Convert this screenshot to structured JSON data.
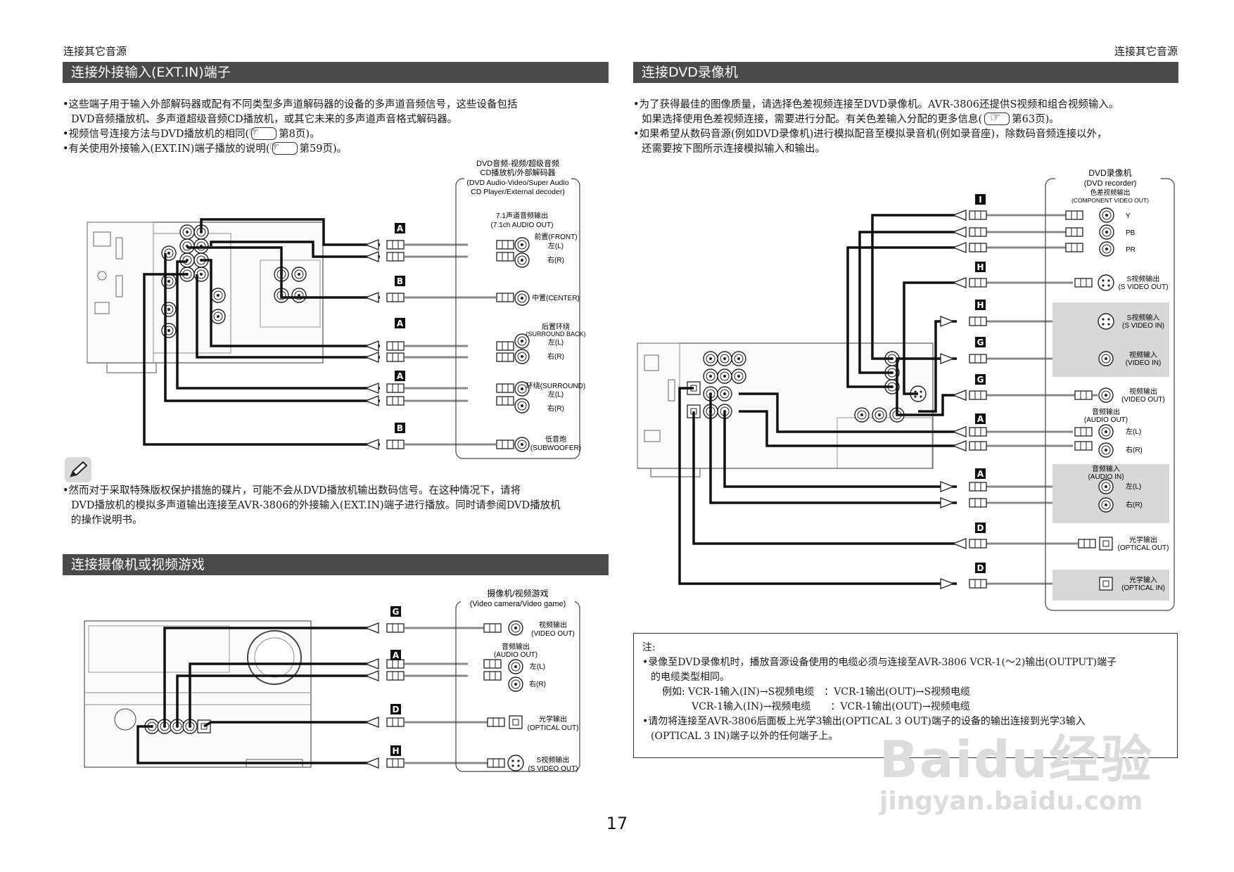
{
  "header": {
    "left": "连接其它音源",
    "right": "连接其它音源"
  },
  "sec1": {
    "title": "连接外接输入(EXT.IN)端子",
    "b1a": "•这些端子用于输入外部解码器或配有不同类型多声道解码器的设备的多声道音频信号，这些设备包括",
    "b1b": "DVD音频播放机、多声道超级音频CD播放机，或其它未来的多声道声音格式解码器。",
    "b2": "•视频信号连接方法与DVD播放机的相同(",
    "b2ref": "第8页)。",
    "b3": "•有关使用外接输入(EXT.IN)端子播放的说明(",
    "b3ref": "第59页)。",
    "device": [
      "DVD音频-视频/超级音频",
      "CD播放机/外部解码器",
      "(DVD Audio-Video/Super Audio",
      "CD Player/External decoder)"
    ],
    "outhead": [
      "7.1声道音频输出",
      "(7.1ch AUDIO OUT)"
    ],
    "labels": {
      "front": "前置(FRONT)",
      "l": "左(L)",
      "r": "右(R)",
      "center": "中置(CENTER)",
      "sb": "后置环绕",
      "sb2": "(SURROUND BACK)",
      "sur": "环绕(SURROUND)",
      "sub": "低音炮",
      "sub2": "(SUBWOOFER)"
    },
    "badges": [
      "A",
      "B",
      "A",
      "A",
      "B"
    ],
    "note": [
      "•然而对于采取特殊版权保护措施的碟片，可能不会从DVD播放机输出数码信号。在这种情况下，请将",
      "DVD播放机的模拟多声道输出连接至AVR-3806的外接输入(EXT.IN)端子进行播放。同时请参阅DVD播放机",
      "的操作说明书。"
    ]
  },
  "sec2": {
    "title": "连接摄像机或视频游戏",
    "device": [
      "摄像机/视频游戏",
      "(Video camera/Video game)"
    ],
    "labels": {
      "vout": "视频输出",
      "vout2": "(VIDEO OUT)",
      "aout": "音频输出",
      "aout2": "(AUDIO OUT)",
      "l": "左(L)",
      "r": "右(R)",
      "opt": "光学输出",
      "opt2": "(OPTICAL OUT)",
      "sv": "S视频输出",
      "sv2": "(S VIDEO OUT)"
    },
    "badges": [
      "G",
      "A",
      "D",
      "H"
    ]
  },
  "sec3": {
    "title": "连接DVD录像机",
    "b1a": "•为了获得最佳的图像质量，请选择色差视频连接至DVD录像机。AVR-3806还提供S视频和组合视频输入。",
    "b1b": "如果选择使用色差视频连接，需要进行分配。有关色差输入分配的更多信息(",
    "b1ref": "第63页)。",
    "b2a": "•如果希望从数码音源(例如DVD录像机)进行模拟配音至模拟录音机(例如录音座)，除数码音频连接以外，",
    "b2b": "还需要按下图所示连接模拟输入和输出。",
    "device": [
      "DVD录像机",
      "(DVD recorder)"
    ],
    "comp": [
      "色差视频输出",
      "(COMPONENT VIDEO OUT)"
    ],
    "y": "Y",
    "pb": "PB",
    "pr": "PR",
    "labels": {
      "svout": "S视频输出",
      "svout2": "(S VIDEO OUT)",
      "svin": "S视频输入",
      "svin2": "(S VIDEO IN)",
      "vin": "视频输入",
      "vin2": "(VIDEO IN)",
      "vout": "视频输出",
      "vout2": "(VIDEO OUT)",
      "aout": "音频输出",
      "aout2": "(AUDIO OUT)",
      "ain": "音频输入",
      "ain2": "(AUDIO IN)",
      "l": "左(L)",
      "r": "右(R)",
      "optout": "光学输出",
      "optout2": "(OPTICAL OUT)",
      "optin": "光学输入",
      "optin2": "(OPTICAL IN)"
    },
    "badges": [
      "I",
      "H",
      "H",
      "G",
      "G",
      "A",
      "A",
      "D",
      "D"
    ]
  },
  "note": {
    "title": "注:",
    "l1": "•录像至DVD录像机时，播放音源设备使用的电缆必须与连接至AVR-3806 VCR-1(～2)输出(OUTPUT)端子",
    "l2": "的电缆类型相同。",
    "l3": "例如: VCR-1输入(IN)→S视频电缆　：VCR-1输出(OUT)→S视频电缆",
    "l4": "　　　VCR-1输入(IN)→视频电缆　　：VCR-1输出(OUT)→视频电缆",
    "l5": "•请勿将连接至AVR-3806后面板上光学3输出(OPTICAL 3 OUT)端子的设备的输出连接到光学3输入",
    "l6": "(OPTICAL 3 IN)端子以外的任何端子上。"
  },
  "page_number": "17",
  "watermark": [
    "Baidu经验",
    "jingyan.baidu.com"
  ]
}
